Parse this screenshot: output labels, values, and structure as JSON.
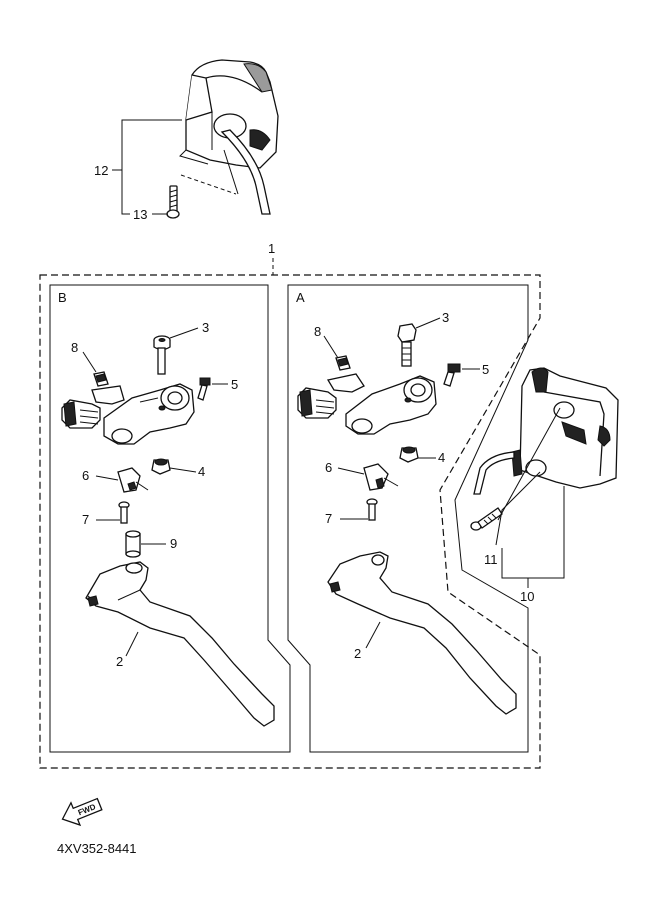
{
  "panels": {
    "left": "B",
    "right": "A"
  },
  "callouts": {
    "c1": "1",
    "c2": "2",
    "c3": "3",
    "c4": "4",
    "c5": "5",
    "c6": "6",
    "c7": "7",
    "c8": "8",
    "c9": "9",
    "c10": "10",
    "c11": "11",
    "c12": "12",
    "c13": "13"
  },
  "fwd_label": "FWD",
  "diagram_code": "4XV352-8441"
}
